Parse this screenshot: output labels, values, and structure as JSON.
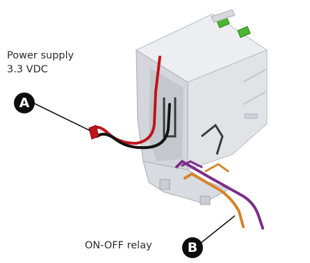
{
  "labels": {
    "power_supply_line1": "Power supply",
    "power_supply_line2": "3.3 VDC",
    "relay": "ON-OFF relay"
  },
  "callouts": {
    "a": "A",
    "b": "B"
  },
  "colors": {
    "housing": "#e4e6ea",
    "housing_shadow": "#c9ccd1",
    "green_clip": "#49b82e",
    "wire_red": "#c0141b",
    "wire_black": "#141414",
    "wire_orange": "#d6842a",
    "wire_purple": "#7b2f86",
    "callout": "#0d0d0d"
  }
}
